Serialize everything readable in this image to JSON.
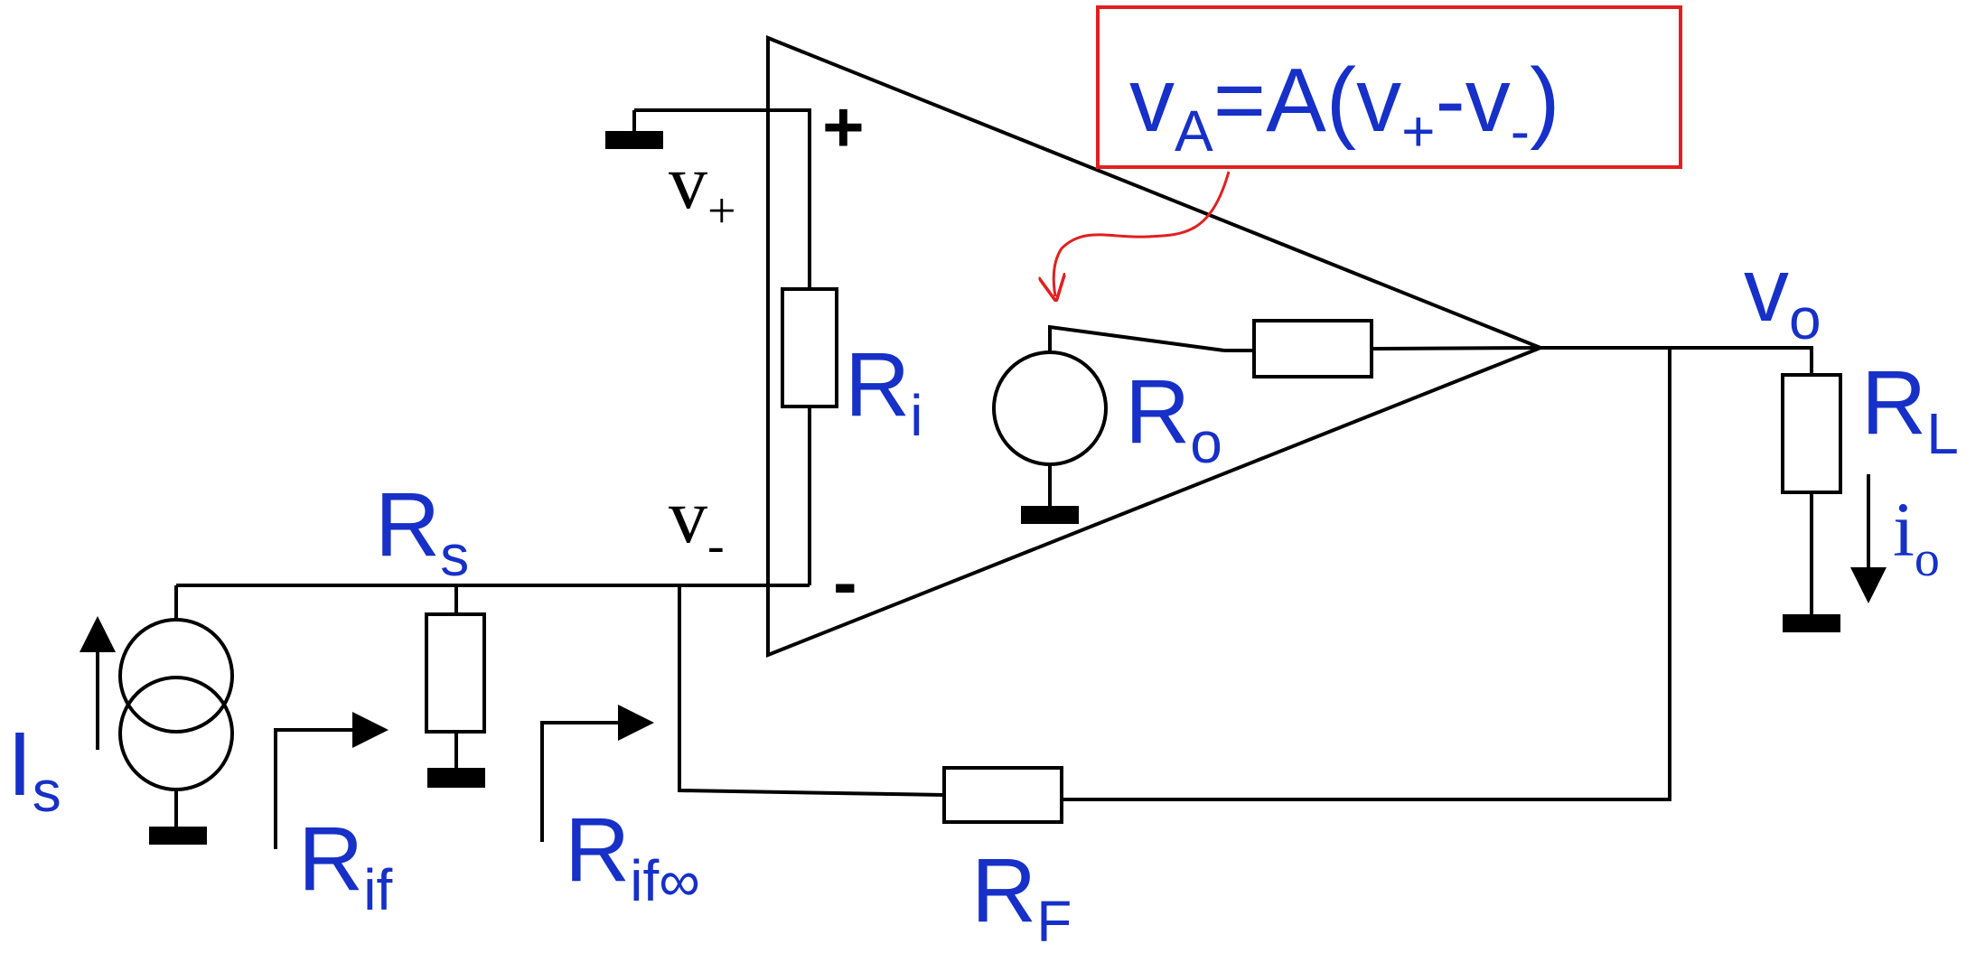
{
  "colors": {
    "label": "#1630c8",
    "annotation_box": "#e02020",
    "annotation_arrow": "#e02020",
    "wire": "#000000"
  },
  "annotation": {
    "v": "v",
    "v_sub": "A",
    "eq": "=A(v",
    "plus_sub": "+",
    "dash": "-v",
    "minus_sub": "-",
    "close": ")"
  },
  "opamp": {
    "plus_sign": "+",
    "minus_sign": "-",
    "v_plus": "v",
    "v_plus_sub": "+",
    "v_minus": "v",
    "v_minus_sub": "-"
  },
  "labels": {
    "Ri": {
      "main": "R",
      "sub": "i"
    },
    "Ro": {
      "main": "R",
      "sub": "o"
    },
    "Rs": {
      "main": "R",
      "sub": "s"
    },
    "RL": {
      "main": "R",
      "sub": "L"
    },
    "RF": {
      "main": "R",
      "sub": "F"
    },
    "Is": {
      "main": "I",
      "sub": "s"
    },
    "vo": {
      "main": "v",
      "sub": "o"
    },
    "io": {
      "main": "i",
      "sub": "o"
    },
    "Rif": {
      "main": "R",
      "sub": "if"
    },
    "Rif_inf": {
      "main": "R",
      "sub": "if∞"
    }
  }
}
